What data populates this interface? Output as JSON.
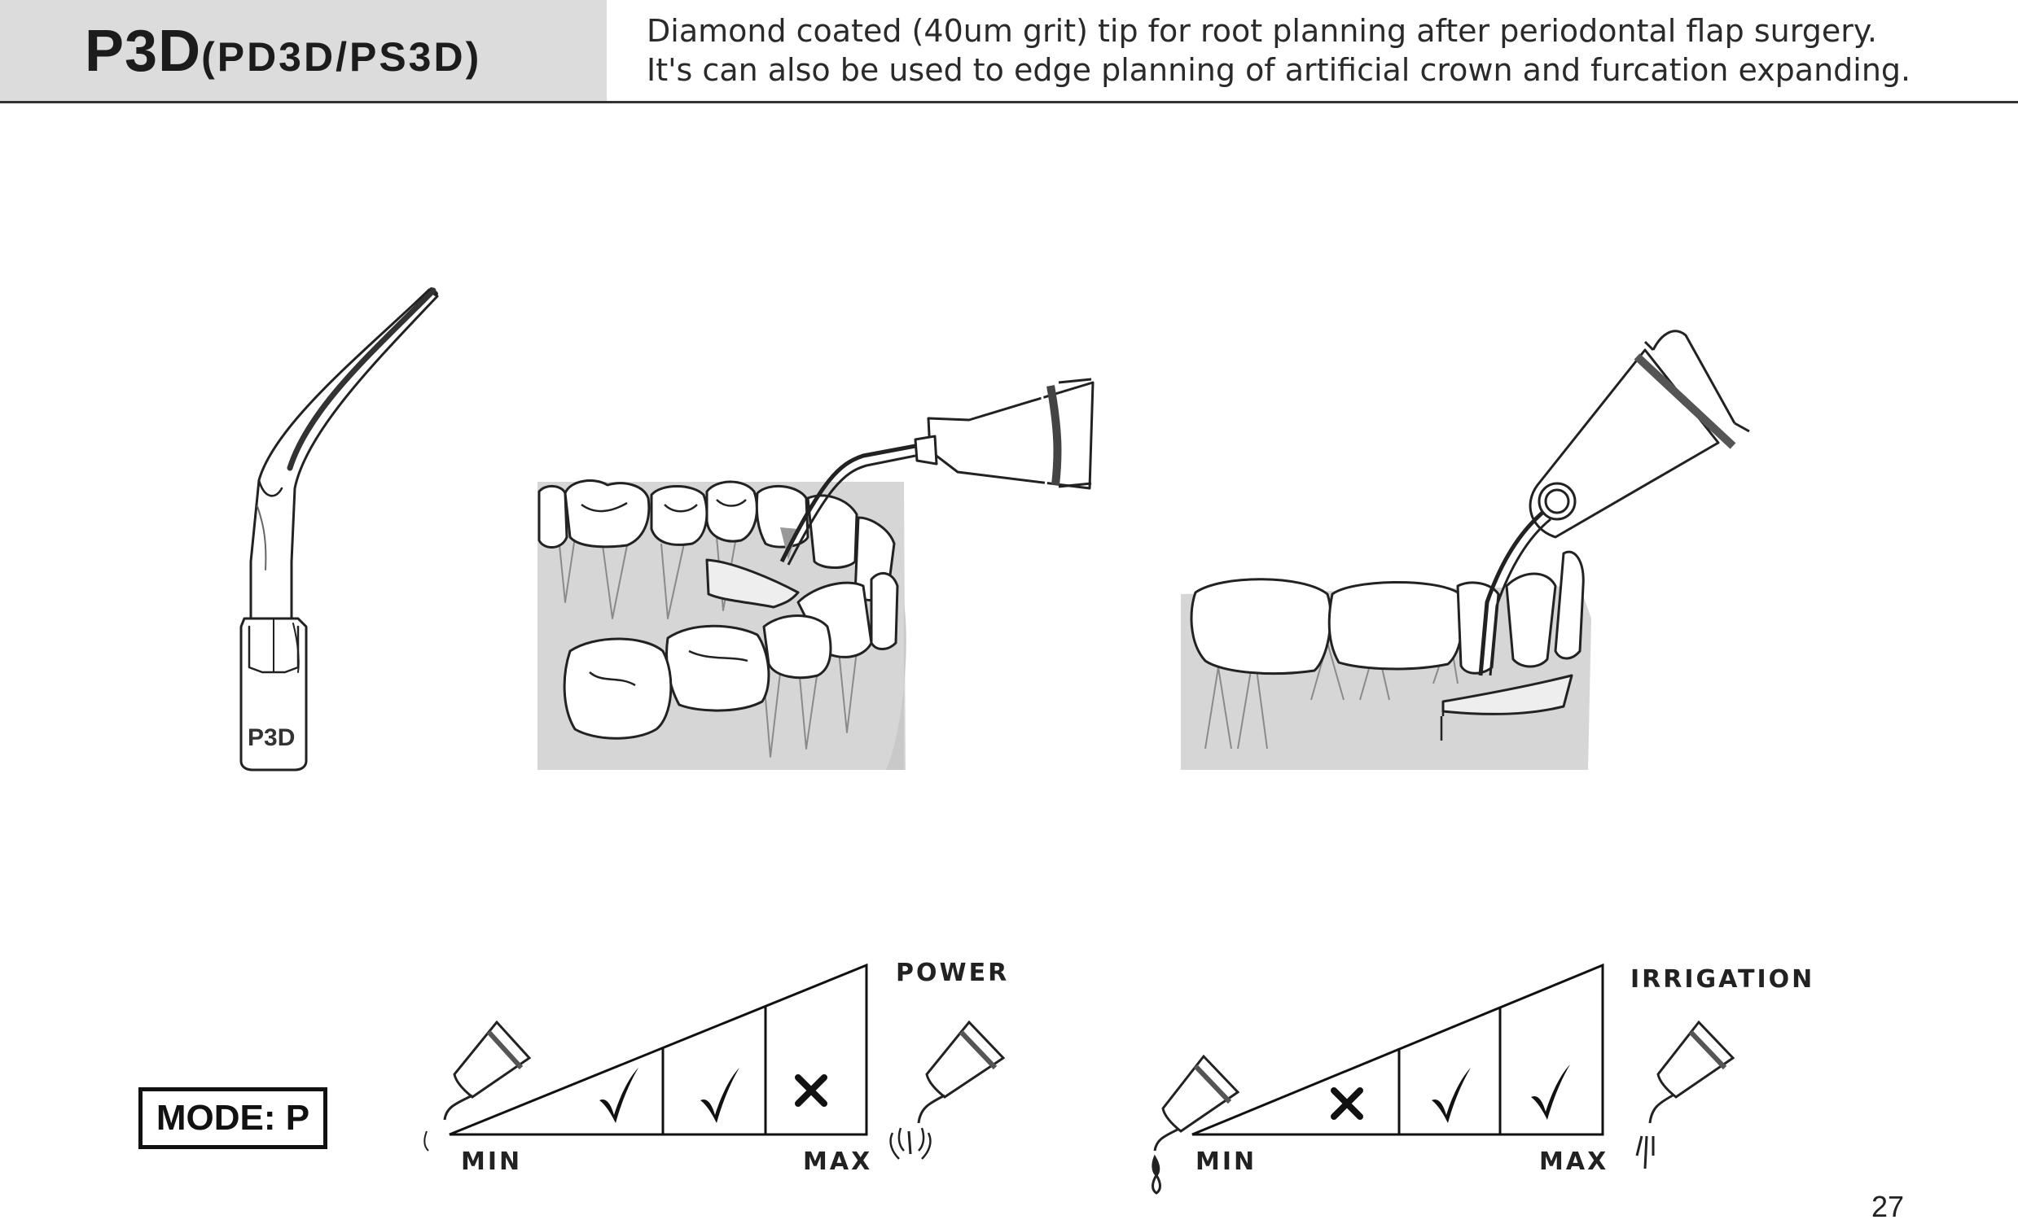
{
  "header": {
    "title_main": "P3D",
    "title_alt": "(PD3D/PS3D)",
    "description_line1": "Diamond coated (40um grit) tip for root planning after periodontal flap surgery.",
    "description_line2": "It's can also be used to edge planning of artificial crown and furcation expanding."
  },
  "tip": {
    "label": "P3D"
  },
  "mode": {
    "label": "MODE: P"
  },
  "power_scale": {
    "title": "POWER",
    "min_label": "MIN",
    "max_label": "MAX",
    "levels": [
      "check",
      "check",
      "cross"
    ]
  },
  "irrigation_scale": {
    "title": "IRRIGATION",
    "min_label": "MIN",
    "max_label": "MAX",
    "levels": [
      "cross",
      "check",
      "check"
    ]
  },
  "page_number": "27"
}
